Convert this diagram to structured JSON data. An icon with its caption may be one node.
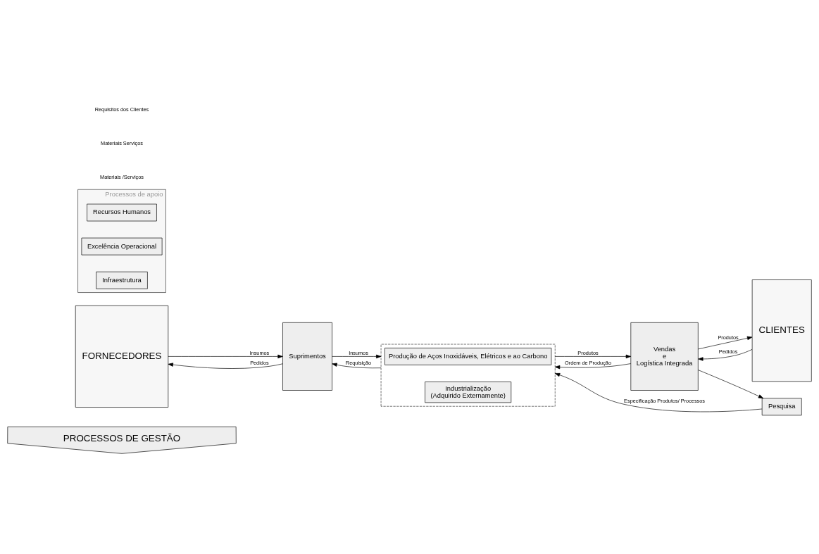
{
  "diagram": {
    "nodes": [
      {
        "text": [
          "PROCESSOS DE GESTÃO"
        ]
      },
      {
        "text": [
          "FORNECEDORES"
        ]
      },
      {
        "text": [
          "Suprimentos"
        ]
      },
      {
        "text": [],
        "shape": "box"
      },
      {
        "text": [
          "Produção de Aços Inoxidáveis, Elétricos e ao Carbono"
        ],
        "in": 3
      },
      {
        "text": [
          "Industrialização",
          "(Adquirido Externamente)"
        ],
        "in": 3
      },
      {
        "text": [
          "Vendas",
          "e",
          "Logística Integrada"
        ]
      },
      {
        "text": [
          "CLIENTES"
        ]
      },
      {
        "text": [
          "Pesquisa"
        ]
      },
      {
        "text": [
          "Processos de apoio"
        ]
      },
      {
        "text": [
          "Recursos Humanos"
        ],
        "in": 9
      },
      {
        "text": [
          "Excelência Operacional"
        ],
        "in": 9
      },
      {
        "text": [
          "Infraestrutura"
        ],
        "in": 9
      }
    ],
    "edges": [
      {
        "from": 1,
        "to": 2,
        "arrow": "to",
        "label": "Insumos"
      },
      {
        "from": 2,
        "to": 3,
        "arrow": "to",
        "label": "Insumos"
      },
      {
        "from": 3,
        "to": 6,
        "arrow": "to",
        "label": "Produtos"
      },
      {
        "from": 6,
        "to": 7,
        "arrow": "to",
        "label": "Produtos"
      },
      {
        "from": 7,
        "to": 6,
        "arrow": "to",
        "label": "Pedidos"
      },
      {
        "from": 6,
        "to": 3,
        "arrow": "to",
        "label": "Ordem de Produção"
      },
      {
        "from": 3,
        "to": 2,
        "arrow": "to",
        "label": "Requisição"
      },
      {
        "from": 2,
        "to": 1,
        "arrow": "to",
        "label": "Pedidos"
      },
      {
        "from": 6,
        "to": 8,
        "arrow": "to"
      },
      {
        "from": 8,
        "to": 3,
        "arrow": "to",
        "label": "Especificação Produtos/ Processos"
      }
    ],
    "labels": [
      "Materiais /Serviços",
      "Materiais Serviços",
      "Requisitos dos Clientes"
    ]
  }
}
